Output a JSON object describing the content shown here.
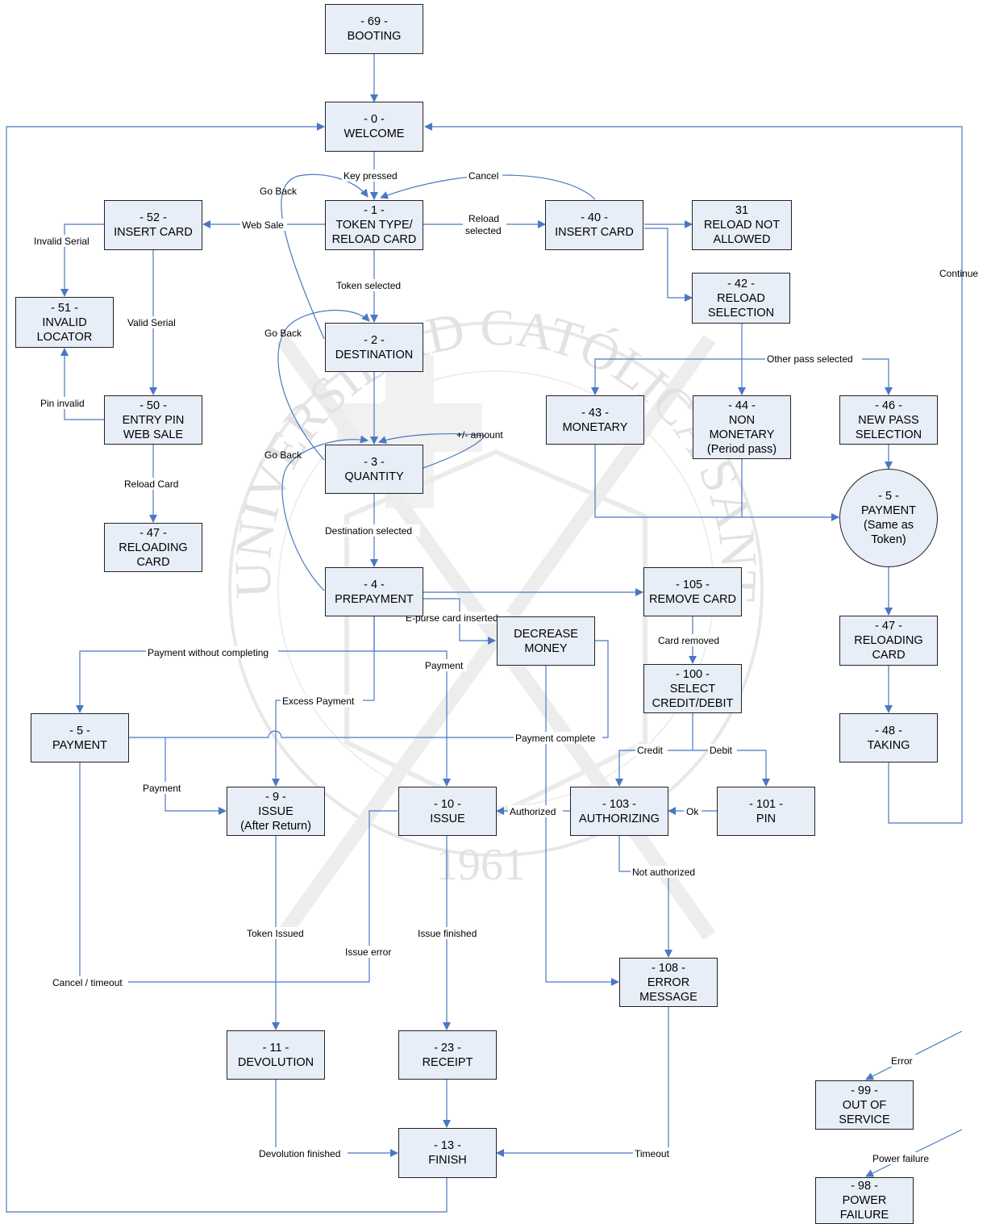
{
  "colors": {
    "box_fill": "#e8eef8",
    "box_border": "#222222",
    "connector": "#4a78c2",
    "watermark": "#c8c8c8"
  },
  "watermark": {
    "text": "UNIVERSIDAD CATÓLICA SANTA MARÍA",
    "year": "1961"
  },
  "states": {
    "s69": {
      "l1": "- 69 -",
      "l2": "BOOTING"
    },
    "s0": {
      "l1": "- 0 -",
      "l2": "WELCOME"
    },
    "s52": {
      "l1": "- 52 -",
      "l2": "INSERT CARD"
    },
    "s1": {
      "l1": "- 1 -",
      "l2": "TOKEN TYPE/",
      "l3": "RELOAD CARD"
    },
    "s40": {
      "l1": "- 40 -",
      "l2": "INSERT CARD"
    },
    "s31": {
      "l1": "31",
      "l2": "RELOAD NOT",
      "l3": "ALLOWED"
    },
    "s51": {
      "l1": "- 51 -",
      "l2": "INVALID",
      "l3": "LOCATOR"
    },
    "s42": {
      "l1": "- 42 -",
      "l2": "RELOAD",
      "l3": "SELECTION"
    },
    "s2": {
      "l1": "- 2 -",
      "l2": "DESTINATION"
    },
    "s43": {
      "l1": "- 43 -",
      "l2": "MONETARY"
    },
    "s44": {
      "l1": "- 44 -",
      "l2": "NON",
      "l3": "MONETARY",
      "l4": "(Period pass)"
    },
    "s46": {
      "l1": "- 46 -",
      "l2": "NEW PASS",
      "l3": "SELECTION"
    },
    "s50": {
      "l1": "- 50 -",
      "l2": "ENTRY PIN",
      "l3": "WEB SALE"
    },
    "s3": {
      "l1": "- 3 -",
      "l2": "QUANTITY"
    },
    "s5c": {
      "l1": "- 5 -",
      "l2": "PAYMENT",
      "l3": "(Same as",
      "l4": "Token)"
    },
    "s47a": {
      "l1": "- 47 -",
      "l2": "RELOADING",
      "l3": "CARD"
    },
    "s4": {
      "l1": "- 4 -",
      "l2": "PREPAYMENT"
    },
    "s105": {
      "l1": "- 105 -",
      "l2": "REMOVE CARD"
    },
    "sdec": {
      "l1": "DECREASE",
      "l2": "MONEY"
    },
    "s47b": {
      "l1": "- 47 -",
      "l2": "RELOADING",
      "l3": "CARD"
    },
    "s100": {
      "l1": "- 100 -",
      "l2": "SELECT",
      "l3": "CREDIT/DEBIT"
    },
    "s5": {
      "l1": "- 5 -",
      "l2": "PAYMENT"
    },
    "s48": {
      "l1": "- 48 -",
      "l2": "TAKING"
    },
    "s9": {
      "l1": "- 9 -",
      "l2": "ISSUE",
      "l3": "(After Return)"
    },
    "s10": {
      "l1": "- 10 -",
      "l2": "ISSUE"
    },
    "s103": {
      "l1": "- 103 -",
      "l2": "AUTHORIZING"
    },
    "s101": {
      "l1": "- 101 -",
      "l2": "PIN"
    },
    "s108": {
      "l1": "- 108 -",
      "l2": "ERROR",
      "l3": "MESSAGE"
    },
    "s11": {
      "l1": "- 11 -",
      "l2": "DEVOLUTION"
    },
    "s23": {
      "l1": "- 23 -",
      "l2": "RECEIPT"
    },
    "s99": {
      "l1": "- 99 -",
      "l2": "OUT OF",
      "l3": "SERVICE"
    },
    "s13": {
      "l1": "- 13 -",
      "l2": "FINISH"
    },
    "s98": {
      "l1": "- 98 -",
      "l2": "POWER",
      "l3": "FAILURE"
    }
  },
  "edge_labels": {
    "key_pressed": "Key pressed",
    "cancel": "Cancel",
    "go_back_1": "Go Back",
    "web_sale": "Web Sale",
    "reload_selected_1": "Reload",
    "reload_selected_2": "selected",
    "invalid_serial": "Invalid Serial",
    "token_selected": "Token selected",
    "continue": "Continue",
    "valid_serial": "Valid Serial",
    "go_back_2": "Go Back",
    "other_pass": "Other pass selected",
    "pin_invalid": "Pin invalid",
    "plus_minus_amount": "+/- amount",
    "go_back_3": "Go Back",
    "reload_card": "Reload Card",
    "destination_selected": "Destination selected",
    "epurse_inserted": "E-purse card  inserted",
    "card_removed": "Card removed",
    "payment_without_completing": "Payment without completing",
    "payment_1": "Payment",
    "excess_payment": "Excess Payment",
    "payment_complete": "Payment complete",
    "credit": "Credit",
    "debit": "Debit",
    "payment_2": "Payment",
    "authorized": "Authorized",
    "ok": "Ok",
    "not_authorized": "Not authorized",
    "token_issued": "Token Issued",
    "issue_finished": "Issue finished",
    "issue_error": "Issue error",
    "cancel_timeout": "Cancel / timeout",
    "error": "Error",
    "devolution_finished": "Devolution finished",
    "timeout": "Timeout",
    "power_failure": "Power failure"
  }
}
